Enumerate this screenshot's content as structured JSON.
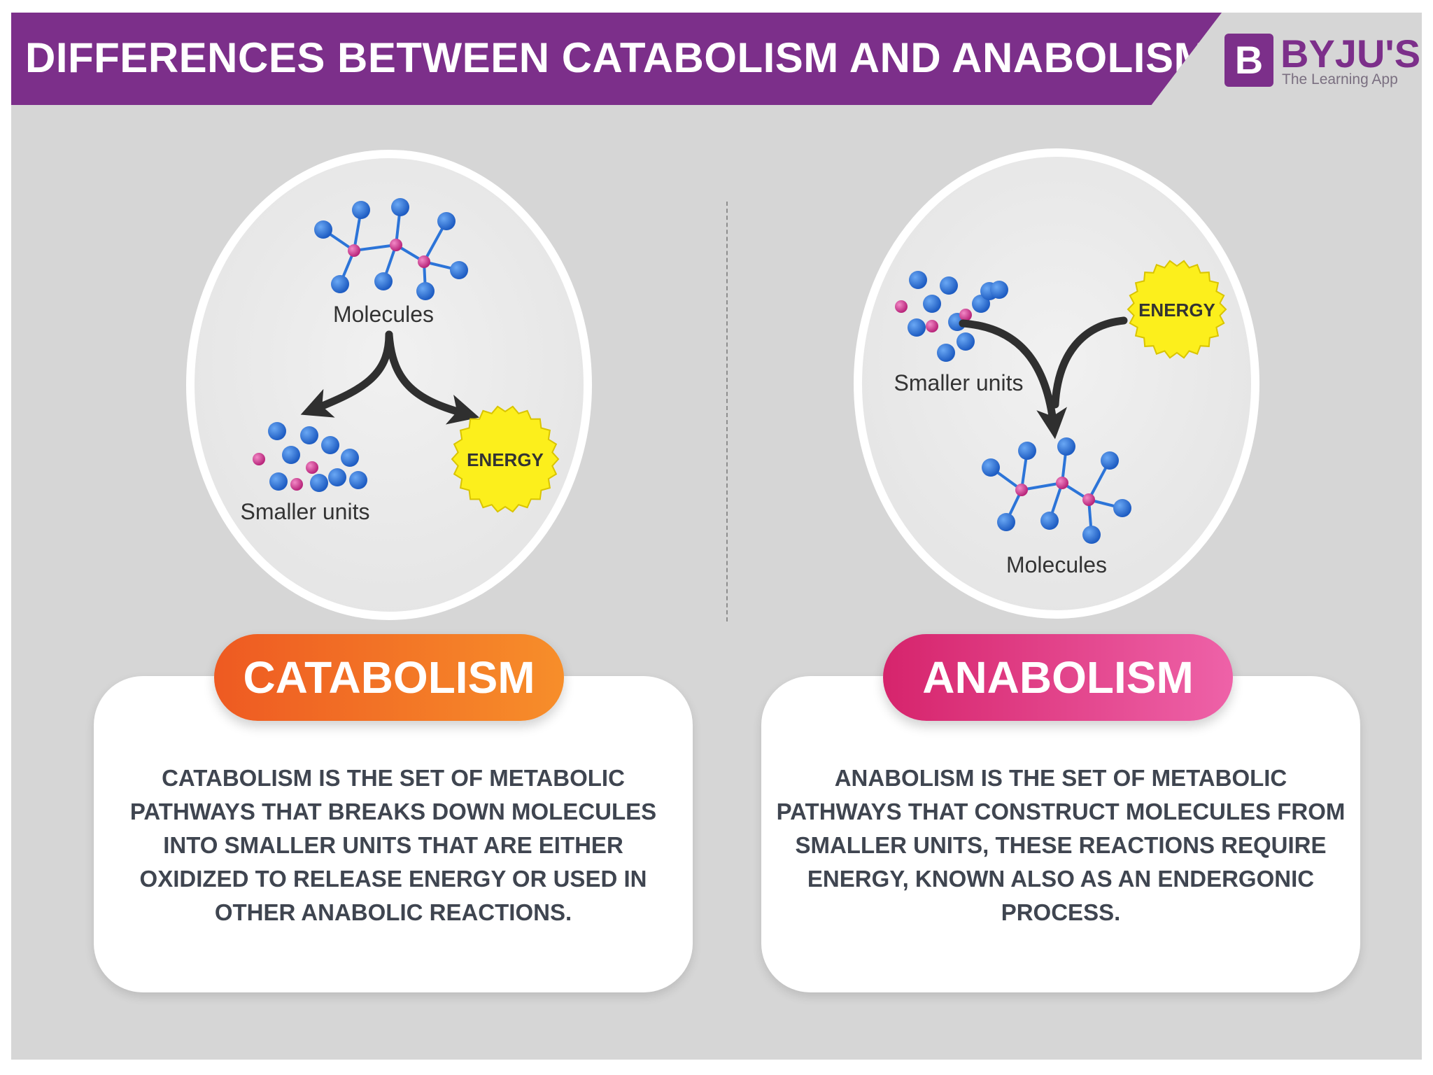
{
  "header": {
    "title": "DIFFERENCES BETWEEN CATABOLISM AND ANABOLISM",
    "accent_color": "#7c2f8a"
  },
  "logo": {
    "mark": "B",
    "name": "BYJU'S",
    "tagline": "The Learning App"
  },
  "catabolism": {
    "diagram": {
      "molecules_label": "Molecules",
      "smaller_units_label": "Smaller units",
      "energy_label": "ENERGY"
    },
    "title": "CATABOLISM",
    "title_color": "#f07a28",
    "description": "Catabolism is the set of metabolic pathways that breaks down molecules into smaller units that are either oxidized to release energy or used in other anabolic reactions."
  },
  "anabolism": {
    "diagram": {
      "smaller_units_label": "Smaller units",
      "energy_label": "ENERGY",
      "molecules_label": "Molecules"
    },
    "title": "ANABOLISM",
    "title_color": "#e03c8a",
    "description": "Anabolism is the set of metabolic pathways that construct molecules from smaller units, these reactions require energy, known also as an endergonic process."
  },
  "colors": {
    "atom_blue": "#2c74d8",
    "atom_pink": "#d43d92",
    "energy_yellow": "#fcef1c",
    "background": "#d6d6d6"
  }
}
